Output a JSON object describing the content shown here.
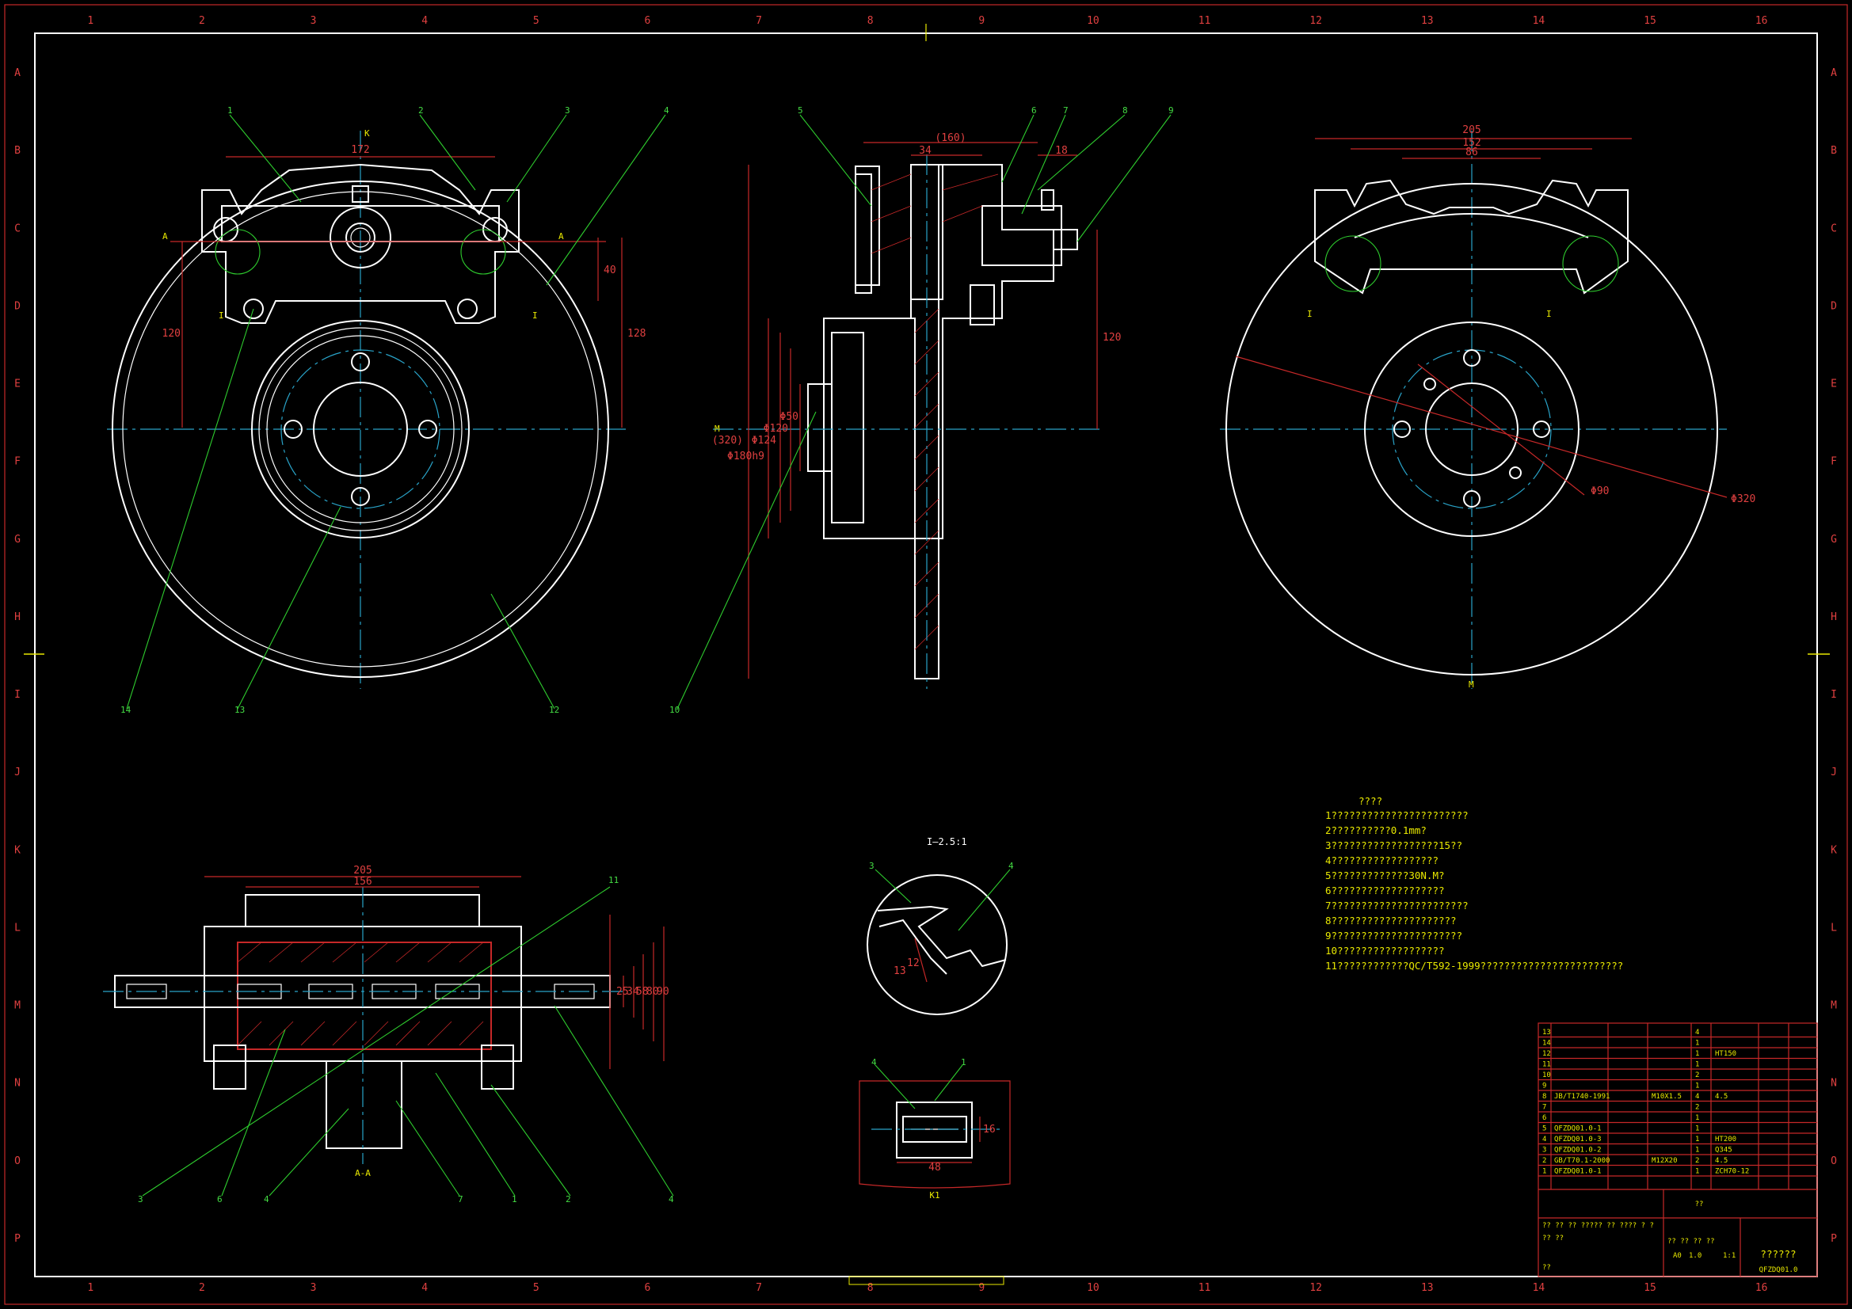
{
  "drawing": {
    "border_columns": [
      "1",
      "2",
      "3",
      "4",
      "5",
      "6",
      "7",
      "8",
      "9",
      "10",
      "11",
      "12",
      "13",
      "14",
      "15",
      "16"
    ],
    "border_rows": [
      "A",
      "B",
      "C",
      "D",
      "E",
      "F",
      "G",
      "H",
      "I",
      "J",
      "K",
      "L",
      "M",
      "N",
      "O",
      "P"
    ],
    "colors": {
      "background": "#000000",
      "outline": "#ffffff",
      "center_line": "#29a3c8",
      "dimension": "#c62828",
      "leader": "#2ecc2e",
      "text": "#e8e800"
    },
    "front_view": {
      "dims": [
        "172",
        "120",
        "128",
        "40"
      ],
      "balloons": [
        "1",
        "2",
        "3",
        "4",
        "14",
        "13",
        "12"
      ],
      "section_marks": [
        "A",
        "A",
        "I",
        "I",
        "K"
      ]
    },
    "side_view": {
      "dims": [
        "(160)",
        "34",
        "18",
        "120",
        "(320)",
        "Φ180h9",
        "Φ124",
        "Φ120",
        "Φ50"
      ],
      "balloons": [
        "5",
        "6",
        "7",
        "8",
        "9",
        "10"
      ],
      "view_mark": "M"
    },
    "rear_view": {
      "dims": [
        "205",
        "152",
        "86",
        "Φ320",
        "Φ90"
      ],
      "marks": [
        "I",
        "I",
        "M"
      ]
    },
    "section_view": {
      "dims": [
        "205",
        "156",
        "25",
        "34",
        "58",
        "80",
        "90"
      ],
      "balloons": [
        "11",
        "3",
        "6",
        "4",
        "7",
        "1",
        "2",
        "4"
      ],
      "label": "A-A"
    },
    "detail_i": {
      "title": "I—2.5:1",
      "balloons": [
        "3",
        "4"
      ],
      "dims": [
        "12",
        "13"
      ]
    },
    "detail_k": {
      "label": "K1",
      "balloons": [
        "4",
        "1"
      ],
      "dims": [
        "48",
        "16"
      ]
    },
    "tech_notes": {
      "title": "????",
      "lines": [
        "1???????????????????????",
        "2??????????0.1mm?",
        "3??????????????????15??",
        "4??????????????????",
        "5?????????????30N.M?",
        "6???????????????????",
        "7???????????????????????",
        "8?????????????????????",
        "9??????????????????????",
        "10??????????????????",
        "11????????????QC/T592-1999????????????????????????"
      ]
    },
    "title_block": {
      "bom": [
        [
          "13",
          "",
          "",
          "",
          "4",
          ""
        ],
        [
          "14",
          "",
          "",
          "",
          "1",
          ""
        ],
        [
          "12",
          "",
          "",
          "",
          "1",
          "HT150"
        ],
        [
          "11",
          "",
          "",
          "",
          "1",
          ""
        ],
        [
          "10",
          "",
          "",
          "",
          "2",
          ""
        ],
        [
          "9",
          "",
          "",
          "",
          "1",
          ""
        ],
        [
          "8",
          "JB/T1740-1991",
          "",
          "M10X1.5",
          "4",
          "4.5"
        ],
        [
          "7",
          "",
          "",
          "",
          "2",
          ""
        ],
        [
          "6",
          "",
          "",
          "",
          "1",
          ""
        ],
        [
          "5",
          "QFZDQ01.0-1",
          "",
          "",
          "1",
          ""
        ],
        [
          "4",
          "QFZDQ01.0-3",
          "",
          "",
          "1",
          "HT200"
        ],
        [
          "3",
          "QFZDQ01.0-2",
          "",
          "",
          "1",
          "Q345"
        ],
        [
          "2",
          "GB/T70.1-2000",
          "",
          "M12X20",
          "2",
          "4.5"
        ],
        [
          "1",
          "QFZDQ01.0-1",
          "",
          "",
          "1",
          "ZCH70-12"
        ]
      ],
      "rows_text": [
        "??",
        "?? ?? ?? ????? ?? ???? ? ?",
        "?? ??",
        "?? ?? ?? ??",
        "??"
      ],
      "scale_row": [
        "A0",
        "1.0",
        "1:1"
      ],
      "title_text": "??????",
      "drawing_number": "QFZDQ01.0"
    }
  }
}
